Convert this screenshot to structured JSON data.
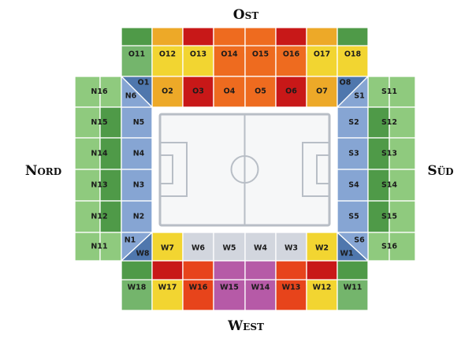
{
  "stands": {
    "ost": "Ost",
    "west": "West",
    "nord": "Nord",
    "sued": "Süd"
  },
  "colors": {
    "green": "#74b56c",
    "light_green": "#8fca7e",
    "dark_green": "#4f9a48",
    "blue": "#86a5d3",
    "dark_blue": "#4f77ad",
    "yellow": "#f2d531",
    "orange_yellow": "#eda928",
    "orange": "#ee6b1f",
    "red_orange": "#e7441b",
    "red": "#c81818",
    "pink": "#b65aa7",
    "grey": "#d2d6de",
    "pitch": "#f6f7f8",
    "pitch_line": "#b8bec6"
  },
  "sections": {
    "O1": "O1",
    "O2": "O2",
    "O3": "O3",
    "O4": "O4",
    "O5": "O5",
    "O6": "O6",
    "O7": "O7",
    "O8": "O8",
    "O11": "O11",
    "O12": "O12",
    "O13": "O13",
    "O14": "O14",
    "O15": "O15",
    "O16": "O16",
    "O17": "O17",
    "O18": "O18",
    "N1": "N1",
    "N2": "N2",
    "N3": "N3",
    "N4": "N4",
    "N5": "N5",
    "N6": "N6",
    "N11": "N11",
    "N12": "N12",
    "N13": "N13",
    "N14": "N14",
    "N15": "N15",
    "N16": "N16",
    "S1": "S1",
    "S2": "S2",
    "S3": "S3",
    "S4": "S4",
    "S5": "S5",
    "S6": "S6",
    "S11": "S11",
    "S12": "S12",
    "S13": "S13",
    "S14": "S14",
    "S15": "S15",
    "S16": "S16",
    "W1": "W1",
    "W2": "W2",
    "W3": "W3",
    "W4": "W4",
    "W5": "W5",
    "W6": "W6",
    "W7": "W7",
    "W8": "W8",
    "W11": "W11",
    "W12": "W12",
    "W13": "W13",
    "W14": "W14",
    "W15": "W15",
    "W16": "W16",
    "W17": "W17",
    "W18": "W18"
  }
}
